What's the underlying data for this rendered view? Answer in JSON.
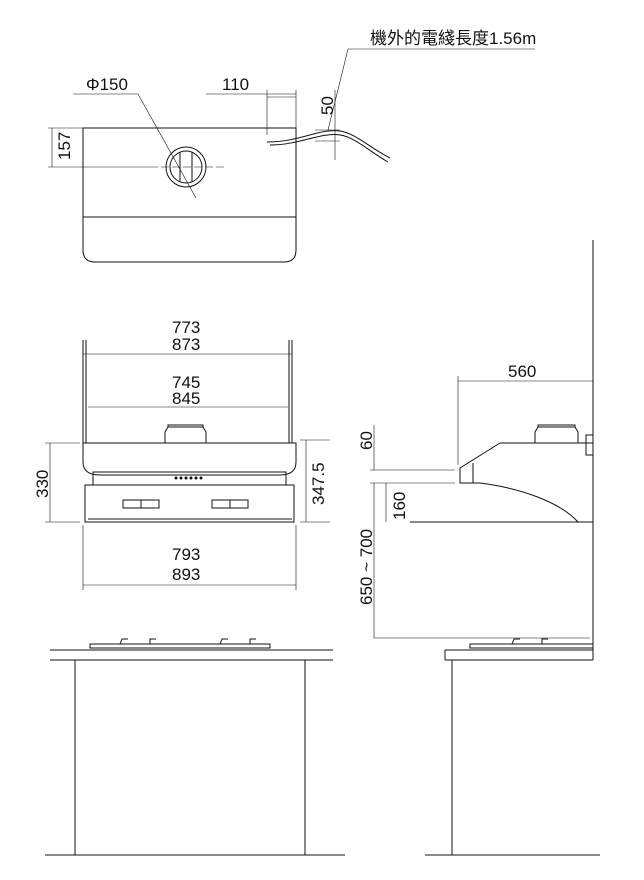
{
  "title": "Range hood installation dimensions",
  "top_view": {
    "duct_diameter": "Φ150",
    "duct_offset": "157",
    "cable_offset_x": "110",
    "cable_offset_y": "50",
    "cable_note": "機外的電綫長度1.56m"
  },
  "front_view": {
    "width_a": "773",
    "width_a2": "873",
    "width_b": "745",
    "width_b2": "845",
    "width_c": "793",
    "width_c2": "893",
    "height_a": "330",
    "height_b": "347.5"
  },
  "side_view": {
    "depth": "560",
    "front_height": "60",
    "curve_height": "160",
    "install_height": "650 ~ 700"
  }
}
